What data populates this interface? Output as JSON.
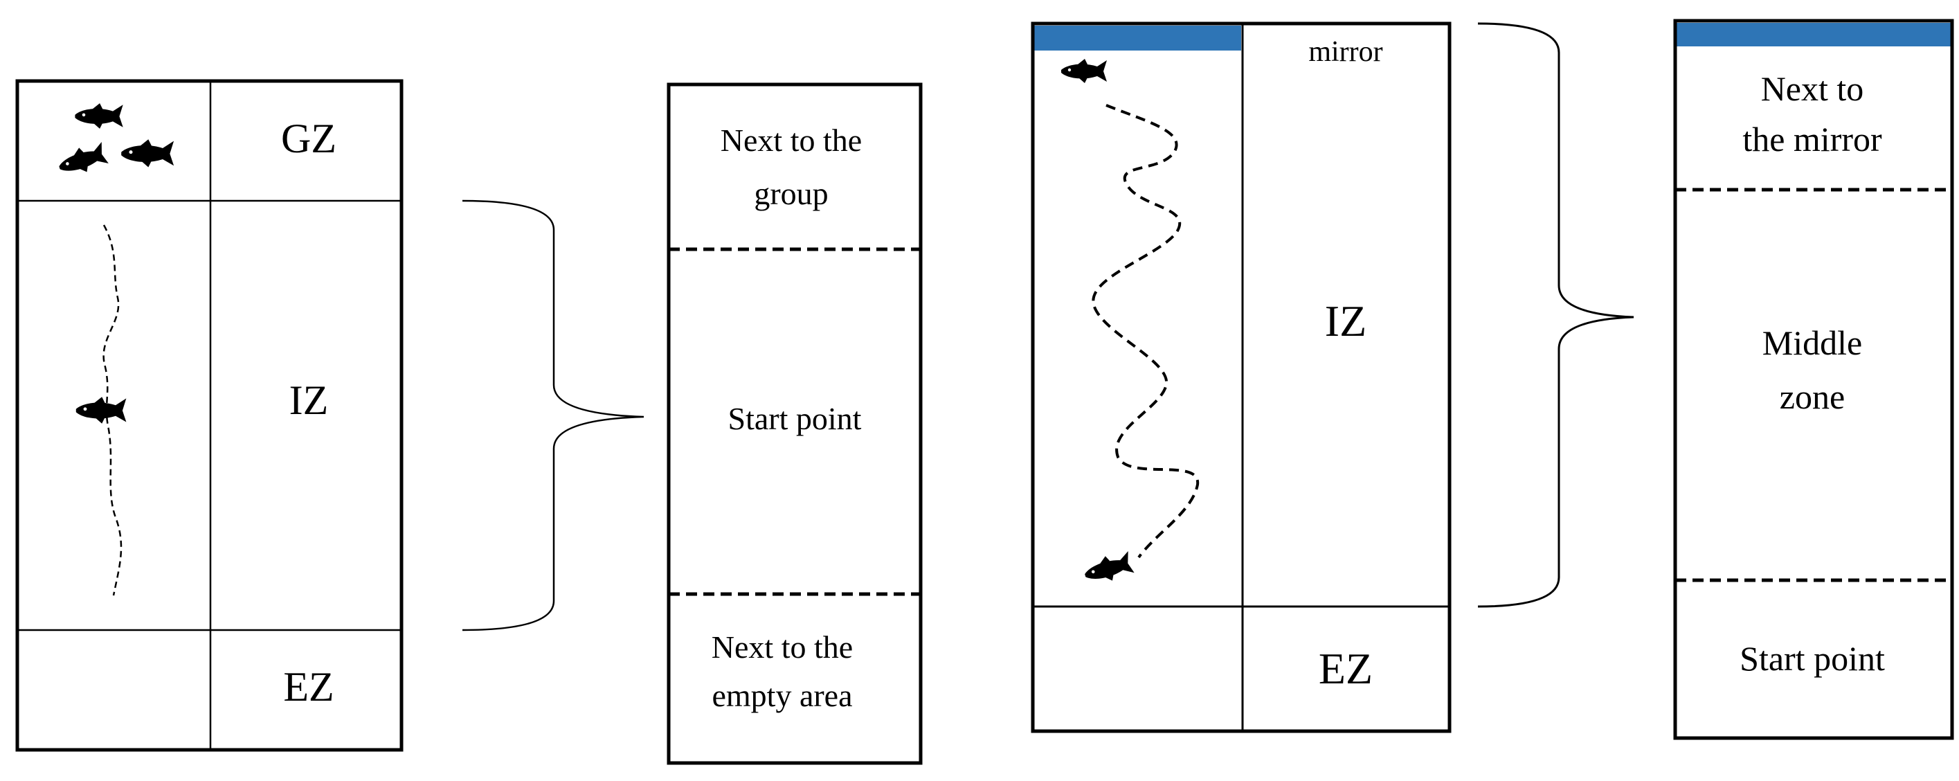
{
  "left_panel": {
    "tank_zones": {
      "gz": "GZ",
      "iz": "IZ",
      "ez": "EZ"
    },
    "zone_labels": {
      "top_line1": "Next to the",
      "top_line2": "group",
      "middle": "Start point",
      "bottom_line1": "Next to the",
      "bottom_line2": "empty area"
    }
  },
  "right_panel": {
    "tank_zones": {
      "mirror": "mirror",
      "iz": "IZ",
      "ez": "EZ"
    },
    "zone_labels": {
      "top_line1": "Next to",
      "top_line2": "the mirror",
      "middle_line1": "Middle",
      "middle_line2": "zone",
      "bottom": "Start point"
    }
  },
  "colors": {
    "mirror_bar": "#2e75b6",
    "line": "#000000",
    "fish": "#000000"
  },
  "icons": {
    "fish": "fish-icon",
    "brace": "curly-brace"
  }
}
